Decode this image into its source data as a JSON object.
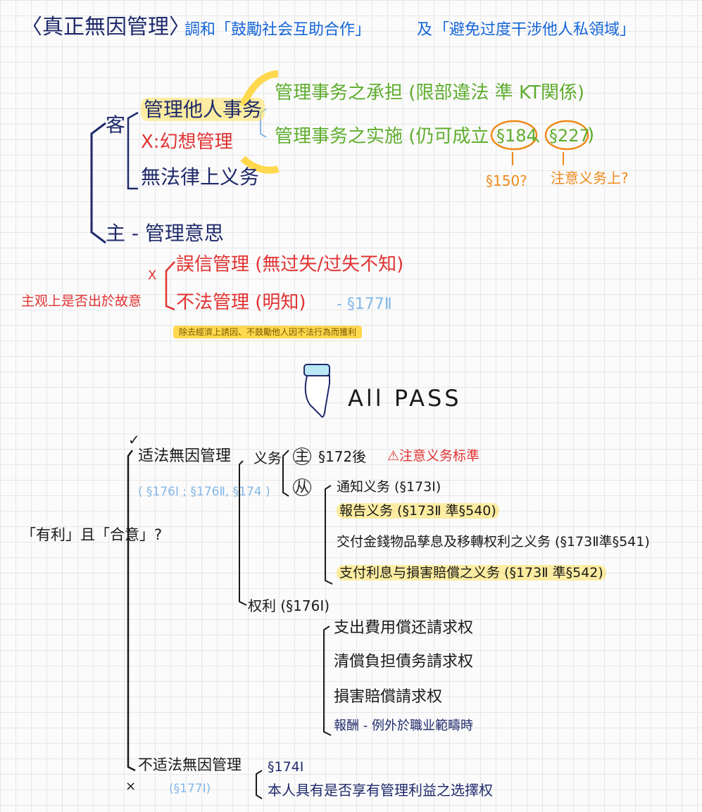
{
  "title": {
    "main": "〈真正無因管理〉",
    "subtitle_prefix": "調和",
    "q1": "「鼓勵社会互助合作」",
    "and": "及",
    "q2": "「避免过度干涉他人私領域」"
  },
  "objective": {
    "label": "客",
    "item1": "管理他人事务",
    "item2": "X:幻想管理",
    "item3": "無法律上义务",
    "branch1": "管理事务之承担 (限部違法 準 KT関係)",
    "branch2": "管理事务之实施 (仍可成立",
    "ref184": "§184",
    "sep": "、",
    "ref227": "§227",
    "close": ")",
    "note184": "§150?",
    "note227": "注意义务上?"
  },
  "subjective": {
    "label": "主 - 管理意思",
    "mis": "誤信管理 (無过失/过失不知)",
    "illegal": "不法管理 (明知)",
    "illegal_ref": "- §177Ⅱ",
    "left_note": "主观上是否出於故意",
    "x_mark": "X",
    "highlight_note": "除去經濟上誘因、不鼓勵他人因不法行為而獲利"
  },
  "all_pass": "All PASS",
  "bottom": {
    "question": "「有利」且「合意」?",
    "check": "✓",
    "cross": "×",
    "proper": "适法無因管理",
    "proper_refs": "( §176Ⅰ ; §176Ⅱ, §174 )",
    "duty_label": "义务",
    "main_duty": "§172後",
    "warn": "⚠注意义务标準",
    "sub_duties": [
      "通知义务 (§173Ⅰ)",
      "報告义务 (§173Ⅱ 準§540)",
      "交付金錢物品孳息及移轉权利之义务 (§173Ⅱ準§541)",
      "支付利息与損害賠償之义务 (§173Ⅱ 準§542)"
    ],
    "rights_label": "权利 (§176Ⅰ)",
    "rights": [
      "支出費用償还請求权",
      "清償負担債务請求权",
      "損害賠償請求权",
      "報酬 - 例外於職业範疇時"
    ],
    "improper": "不适法無因管理",
    "improper_ref": "(§177Ⅰ)",
    "improper_note1": "§174Ⅰ",
    "improper_note2": "本人具有是否享有管理利益之选擇权"
  }
}
